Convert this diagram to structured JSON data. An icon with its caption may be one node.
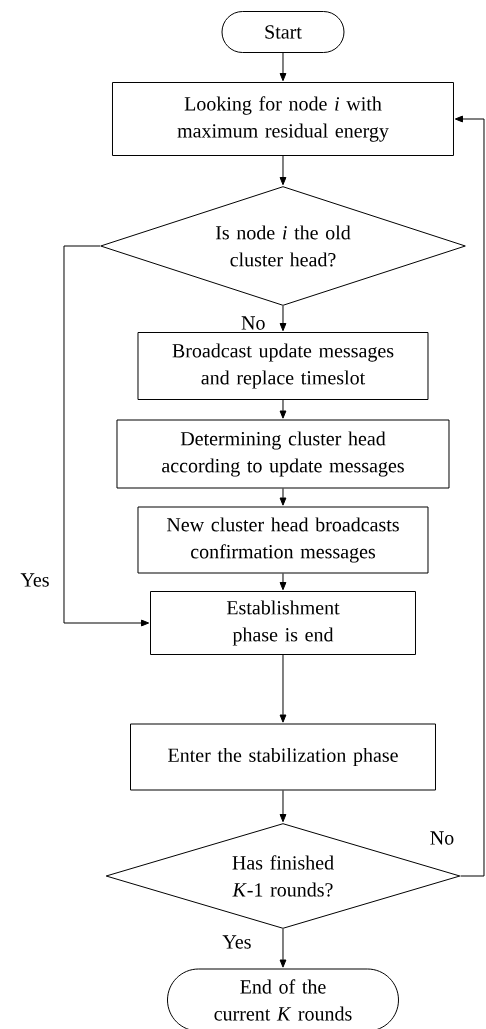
{
  "diagram": {
    "nodes": [
      {
        "text": [
          "Start"
        ]
      },
      {
        "text": [
          "Looking for node *i* with maximum residual energy"
        ]
      },
      {
        "text": [
          "Is node *i* the old cluster head?"
        ]
      },
      {
        "text": [
          "Broadcast update messages and replace timeslot"
        ]
      },
      {
        "text": [
          "Determining cluster head according to update messages"
        ]
      },
      {
        "text": [
          "New cluster head broadcasts confirmation messages"
        ]
      },
      {
        "text": [
          "Establishment phase is end"
        ]
      },
      {
        "text": [
          "Enter the stabilization phase"
        ]
      },
      {
        "text": [
          "Has finished *K*-1 rounds?"
        ]
      },
      {
        "text": [
          "End of the current *K* rounds"
        ]
      }
    ],
    "edges": [
      {
        "from": 0,
        "to": 1,
        "arrow": "to"
      },
      {
        "from": 1,
        "to": 2,
        "arrow": "to"
      },
      {
        "from": 2,
        "to": 3,
        "arrow": "to",
        "label": "No"
      },
      {
        "from": 3,
        "to": 4,
        "arrow": "to"
      },
      {
        "from": 4,
        "to": 5,
        "arrow": "to"
      },
      {
        "from": 5,
        "to": 6,
        "arrow": "to"
      },
      {
        "from": 2,
        "to": 6,
        "arrow": "to",
        "label": "Yes"
      },
      {
        "from": 6,
        "to": 7,
        "arrow": "to"
      },
      {
        "from": 7,
        "to": 8,
        "arrow": "to"
      },
      {
        "from": 8,
        "to": 9,
        "arrow": "to",
        "label": "Yes"
      },
      {
        "from": 8,
        "to": 1,
        "arrow": "to",
        "label": "No"
      }
    ]
  }
}
